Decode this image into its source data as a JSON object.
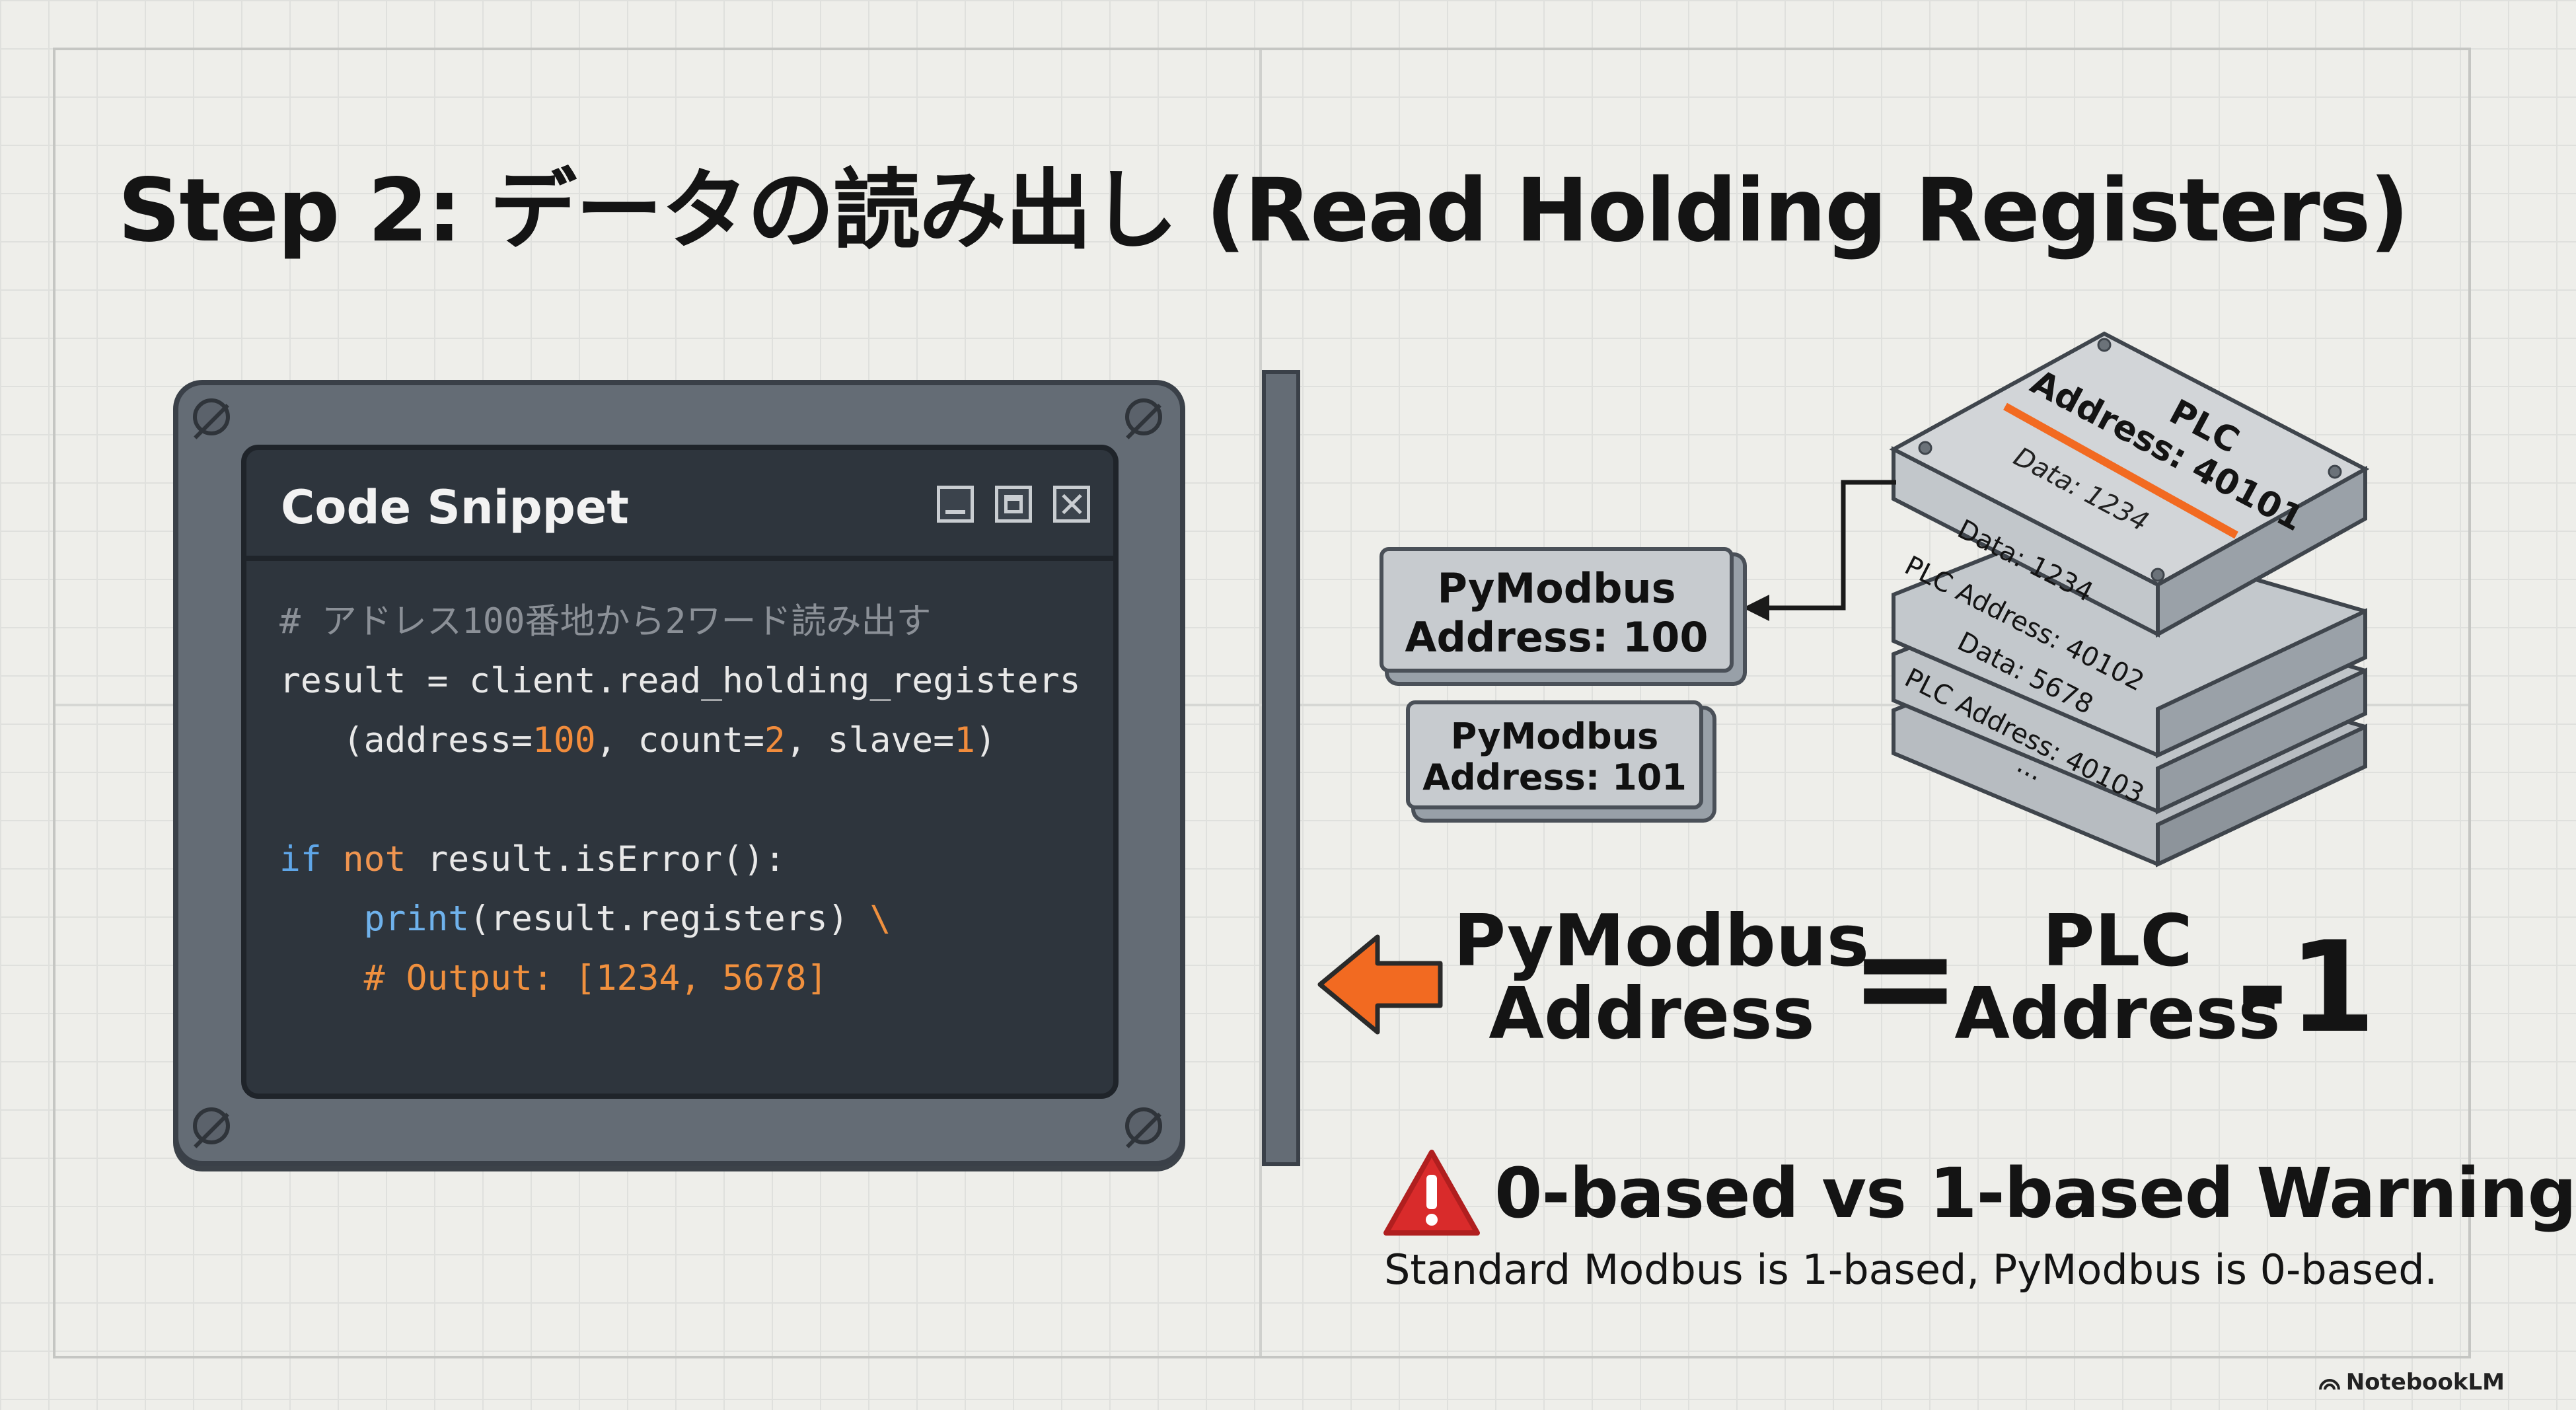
{
  "title": "Step 2: データの読み出し (Read Holding Registers)",
  "code_window": {
    "title": "Code Snippet",
    "lines": [
      {
        "tokens": [
          {
            "t": "# アドレス100番地から2ワード読み出す",
            "c": "comment"
          }
        ]
      },
      {
        "tokens": [
          {
            "t": "result = client.read_holding_registers",
            "c": "plain"
          }
        ]
      },
      {
        "tokens": [
          {
            "t": "   (address=",
            "c": "plain"
          },
          {
            "t": "100",
            "c": "num"
          },
          {
            "t": ", count=",
            "c": "plain"
          },
          {
            "t": "2",
            "c": "num"
          },
          {
            "t": ", slave=",
            "c": "plain"
          },
          {
            "t": "1",
            "c": "num"
          },
          {
            "t": ")",
            "c": "plain"
          }
        ]
      },
      {
        "tokens": []
      },
      {
        "tokens": [
          {
            "t": "if",
            "c": "kw"
          },
          {
            "t": " ",
            "c": "plain"
          },
          {
            "t": "not",
            "c": "kw2"
          },
          {
            "t": " result.isError():",
            "c": "plain"
          }
        ]
      },
      {
        "tokens": [
          {
            "t": "    ",
            "c": "plain"
          },
          {
            "t": "print",
            "c": "fn"
          },
          {
            "t": "(result.registers) ",
            "c": "plain"
          },
          {
            "t": "\\",
            "c": "out"
          }
        ]
      },
      {
        "tokens": [
          {
            "t": "    # Output: [1234, 5678]",
            "c": "out"
          }
        ]
      }
    ]
  },
  "pymodbus_boxes": [
    {
      "line1": "PyModbus",
      "line2": "Address: 100"
    },
    {
      "line1": "PyModbus",
      "line2": "Address: 101"
    }
  ],
  "plc_stack": {
    "top_label": "PLC",
    "top_address": "Address: 40101",
    "top_data": "Data: 1234",
    "side_lines": [
      "Data: 1234",
      "PLC Address: 40102",
      "Data: 5678",
      "PLC Address: 40103",
      "..."
    ]
  },
  "equation": {
    "left_line1": "PyModbus",
    "left_line2": "Address",
    "equals": "=",
    "right_line1": "PLC",
    "right_line2": "Address",
    "minus": "-1"
  },
  "warning": {
    "title": "0-based vs 1-based Warning",
    "text": "Standard Modbus is 1-based, PyModbus is 0-based."
  },
  "brand": "NotebookLM",
  "colors": {
    "accent_orange": "#f26a21",
    "warning_red": "#d92b2b",
    "panel_gray": "#646c75",
    "code_bg": "#2e353d"
  }
}
